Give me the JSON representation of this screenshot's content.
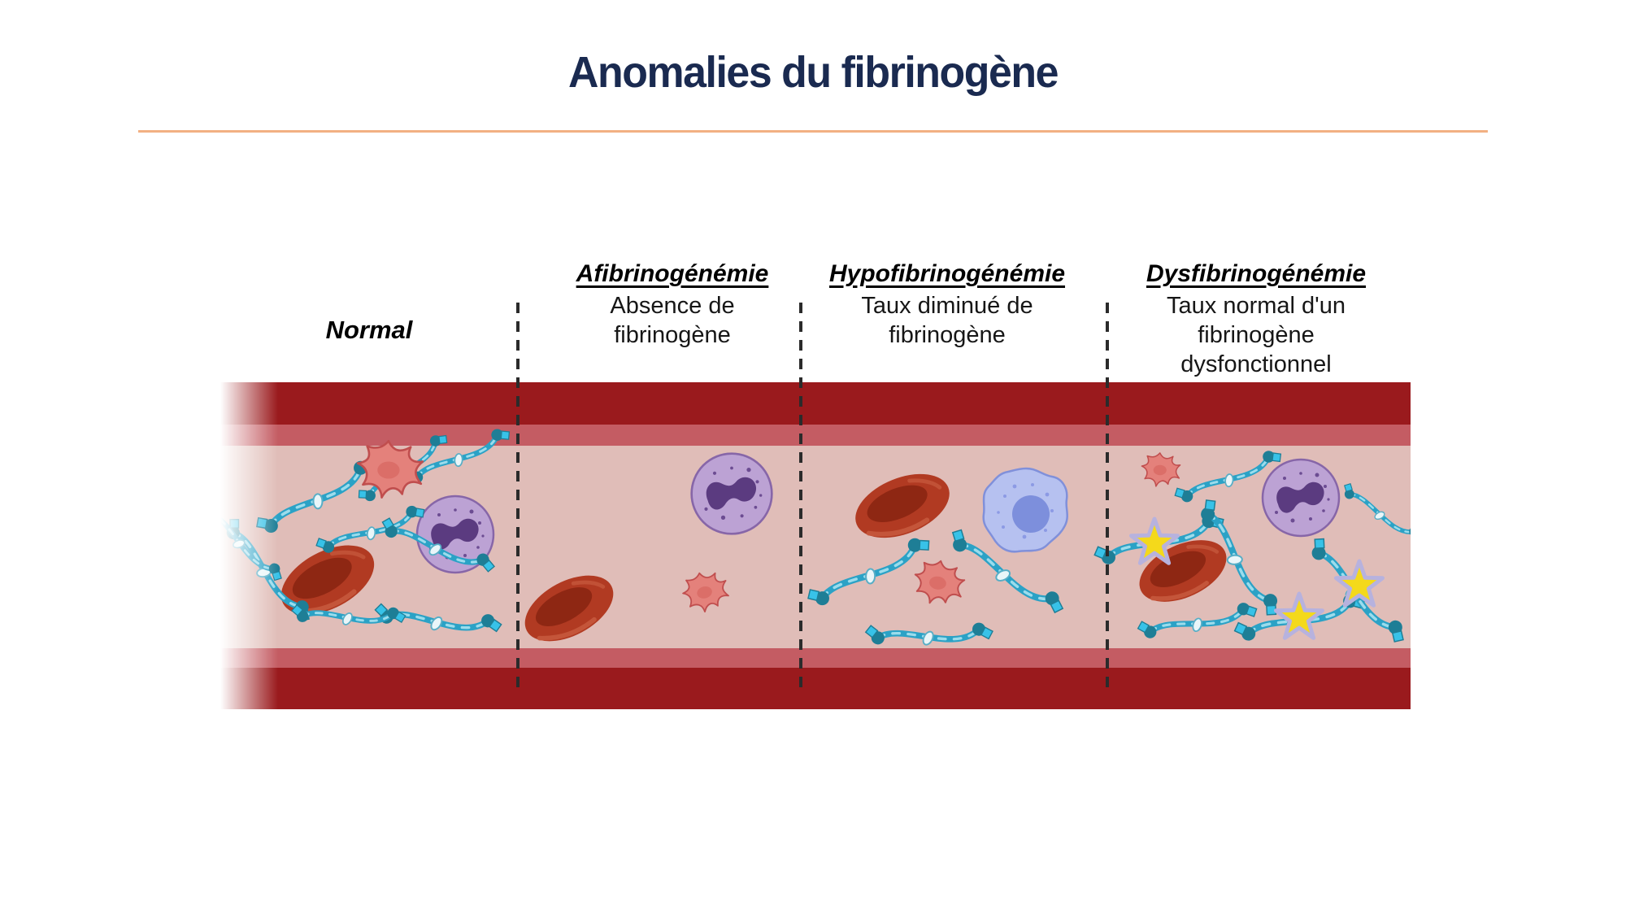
{
  "title": "Anomalies du fibrinogène",
  "sections": [
    {
      "label": "Normal",
      "lines": []
    },
    {
      "label": "Afibrinogénémie",
      "lines": [
        "Absence de",
        "fibrinogène"
      ]
    },
    {
      "label": "Hypofibrinogénémie",
      "lines": [
        "Taux diminué de",
        "fibrinogène"
      ]
    },
    {
      "label": "Dysfibrinogénémie",
      "lines": [
        "Taux normal d'un",
        "fibrinogène",
        "dysfonctionnel"
      ]
    }
  ],
  "colors": {
    "title": "#1A2A50",
    "divider": "#F2B083",
    "section_divider_dash": "#2B2B2B",
    "vessel_wall": "#9A1A1D",
    "vessel_lining": "#C45C63",
    "vessel_lumen": "#E0BDB8",
    "red_blood_cell": "#B13A22",
    "red_blood_cell_center": "#8E2713",
    "platelet": "#E4817B",
    "white_blood_cell": "#BCA2D4",
    "white_blood_cell_nucleus": "#5B3B80",
    "lymphocyte": "#B6C1F0",
    "lymphocyte_nucleus": "#7D8FDC",
    "fibrinogen": "#2BA2C6",
    "fibrinogen_end": "#1E7E96",
    "dysfunctional_star": "#F4D91B",
    "dysfunctional_star_outline": "#B7B2DE"
  }
}
